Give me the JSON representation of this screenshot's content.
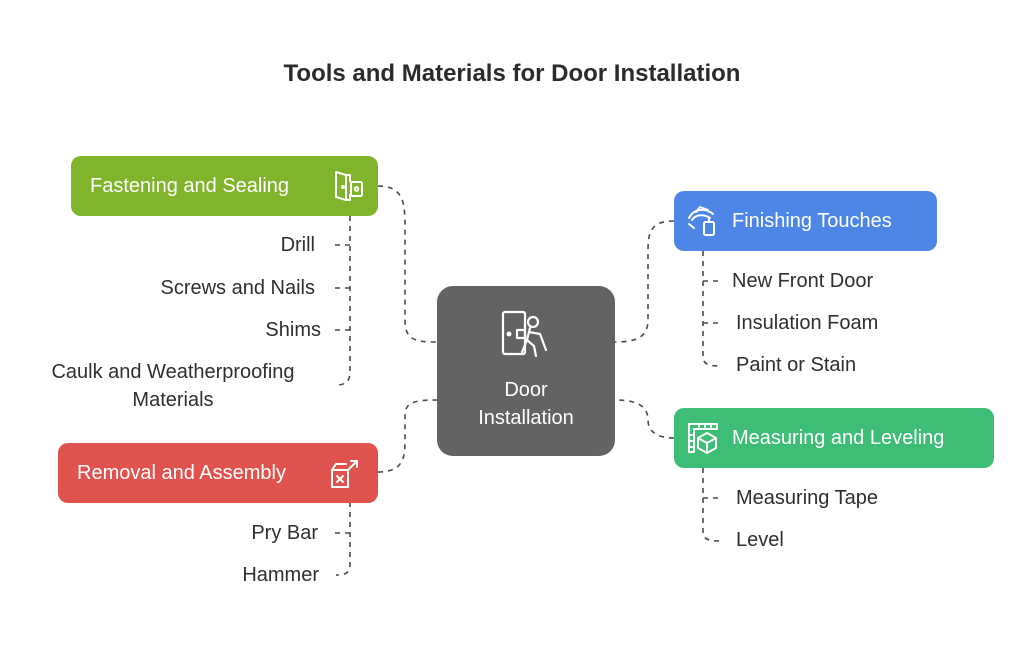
{
  "title": "Tools and Materials for Door Installation",
  "center": {
    "label": "Door Installation",
    "icon": "person-carrying-door-icon",
    "color": "#636363"
  },
  "branches": [
    {
      "key": "fastening",
      "label": "Fastening and Sealing",
      "color": "#7fb42b",
      "icon": "door-lock-icon",
      "items": [
        "Drill",
        "Screws and Nails",
        "Shims",
        "Caulk and Weatherproofing Materials"
      ]
    },
    {
      "key": "removal",
      "label": "Removal and Assembly",
      "color": "#e0524e",
      "icon": "box-open-arrow-icon",
      "items": [
        "Pry Bar",
        "Hammer"
      ]
    },
    {
      "key": "finishing",
      "label": "Finishing Touches",
      "color": "#4d86e6",
      "icon": "paint-brush-icon",
      "items": [
        "New Front Door",
        "Insulation Foam",
        "Paint or Stain"
      ]
    },
    {
      "key": "measuring",
      "label": "Measuring and Leveling",
      "color": "#3dbd75",
      "icon": "ruler-box-icon",
      "items": [
        "Measuring Tape",
        "Level"
      ]
    }
  ]
}
